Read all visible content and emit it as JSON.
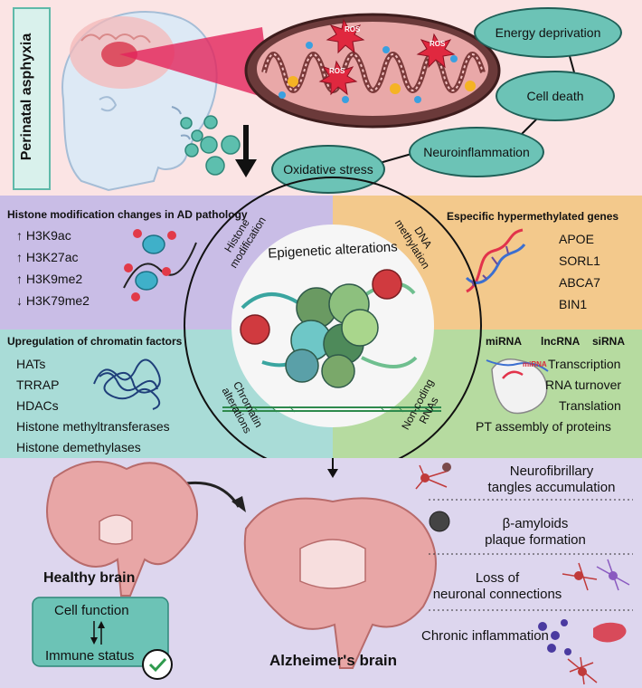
{
  "top": {
    "vertical_title": "Perinatal asphyxia",
    "ros_labels": [
      "ROS",
      "ROS",
      "ROS"
    ],
    "ovals": [
      "Energy deprivation",
      "Cell death",
      "Neuroinflammation",
      "Oxidative stress"
    ]
  },
  "center": {
    "title": "Epigenetic alterations",
    "arc_labels": {
      "histone_line1": "Histone",
      "histone_line2": "modification",
      "dna_line1": "DNA",
      "dna_line2": "methylation",
      "chromatin_line1": "Chromatin",
      "chromatin_line2": "alterations",
      "noncoding_line1": "Non-coding",
      "noncoding_line2": "RNAs"
    }
  },
  "histone_panel": {
    "title": "Histone modification changes in AD pathology",
    "items": [
      "↑ H3K9ac",
      "↑ H3K27ac",
      "↑ H3K9me2",
      "↓ H3K79me2"
    ]
  },
  "dna_panel": {
    "title": "Especific hypermethylated genes",
    "genes": [
      "APOE",
      "SORL1",
      "ABCA7",
      "BIN1"
    ]
  },
  "chromatin_panel": {
    "title": "Upregulation of chromatin factors",
    "items": [
      "HATs",
      "TRRAP",
      "HDACs",
      "Histone methyltransferases",
      "Histone demethylases"
    ]
  },
  "rna_panel": {
    "types": [
      "miRNA",
      "lncRNA",
      "siRNA"
    ],
    "mirna_tag": "miRNA",
    "functions": [
      "Transcription",
      "RNA turnover",
      "Translation",
      "PT assembly of proteins"
    ]
  },
  "bottom": {
    "healthy_label": "Healthy brain",
    "cell_function": "Cell function",
    "immune_status": "Immune status",
    "alzheimer_label": "Alzheimer's brain",
    "features": [
      {
        "line1": "Neurofibrillary",
        "line2": "tangles accumulation"
      },
      {
        "line1": "β-amyloids",
        "line2": "plaque formation"
      },
      {
        "line1": "Loss of",
        "line2": "neuronal connections"
      },
      {
        "line1": "Chronic inflammation",
        "line2": ""
      }
    ]
  },
  "colors": {
    "top_bg": "#fbe4e4",
    "histone_bg": "#c9bde6",
    "dna_bg": "#f3c98c",
    "chromatin_bg": "#a9dcd7",
    "rna_bg": "#b6dba0",
    "bottom_bg": "#ddd6ee",
    "oval_fill": "#6cc3b6",
    "brain_fill": "#e8a6a6"
  }
}
